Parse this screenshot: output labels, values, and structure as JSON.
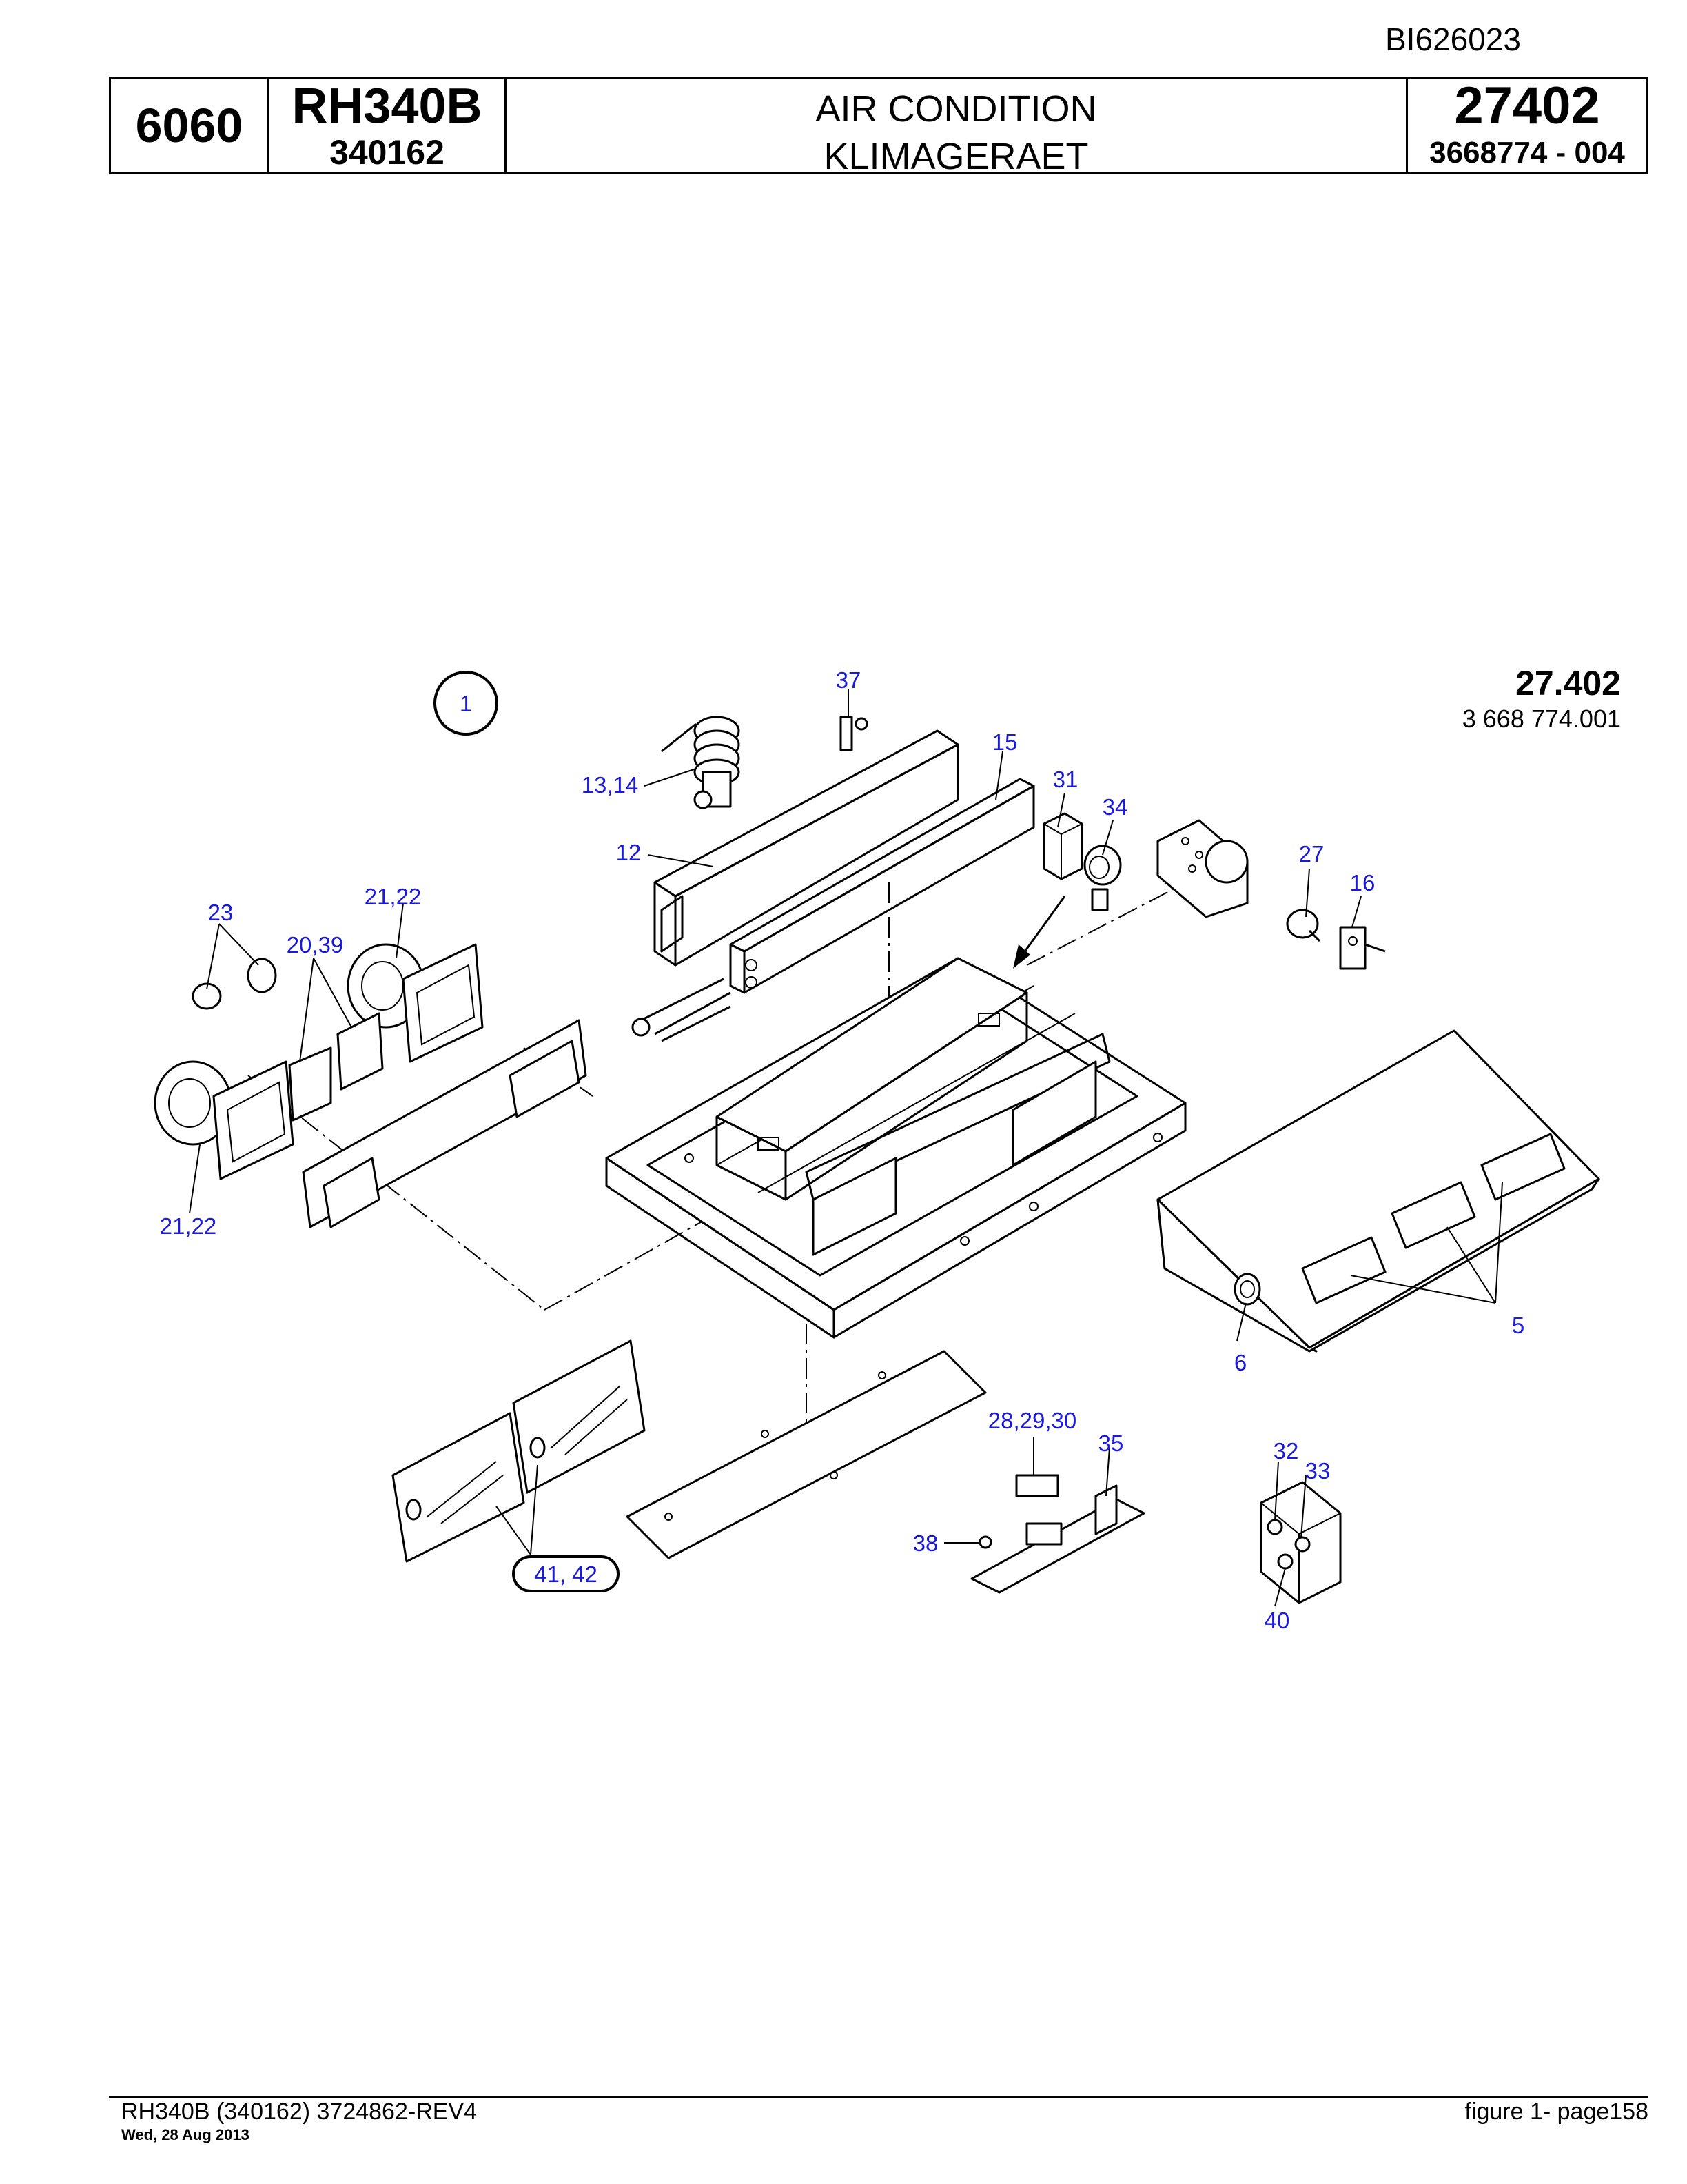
{
  "doc_id": "BI626023",
  "header": {
    "group": "6060",
    "model": "RH340B",
    "serial": "340162",
    "title_en": "AIR CONDITION",
    "title_de": "KLIMAGERAET",
    "part_group": "27402",
    "part_number": "3668774 - 004"
  },
  "figure": {
    "number": "27.402",
    "subnumber": "3 668 774.001",
    "callouts": {
      "item_1": "1",
      "item_37": "37",
      "item_15": "15",
      "item_13_14": "13,14",
      "item_12": "12",
      "item_31": "31",
      "item_34": "34",
      "item_27": "27",
      "item_16": "16",
      "item_23": "23",
      "item_21_22_top": "21,22",
      "item_20_39": "20,39",
      "item_21_22_bottom": "21,22",
      "item_5": "5",
      "item_6": "6",
      "item_28_29_30": "28,29,30",
      "item_35": "35",
      "item_32": "32",
      "item_33": "33",
      "item_38": "38",
      "item_40": "40",
      "item_41_42": "41, 42"
    }
  },
  "footer": {
    "left": "RH340B (340162) 3724862-REV4",
    "date": "Wed, 28 Aug 2013",
    "right": "figure  1- page158"
  }
}
